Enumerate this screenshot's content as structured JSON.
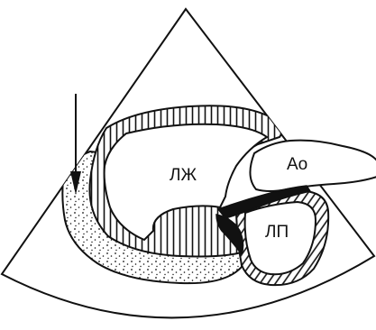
{
  "labels": {
    "lv": "ЛЖ",
    "ao": "Ао",
    "la": "ЛП"
  },
  "colors": {
    "ink": "#111111",
    "background": "#ffffff"
  }
}
